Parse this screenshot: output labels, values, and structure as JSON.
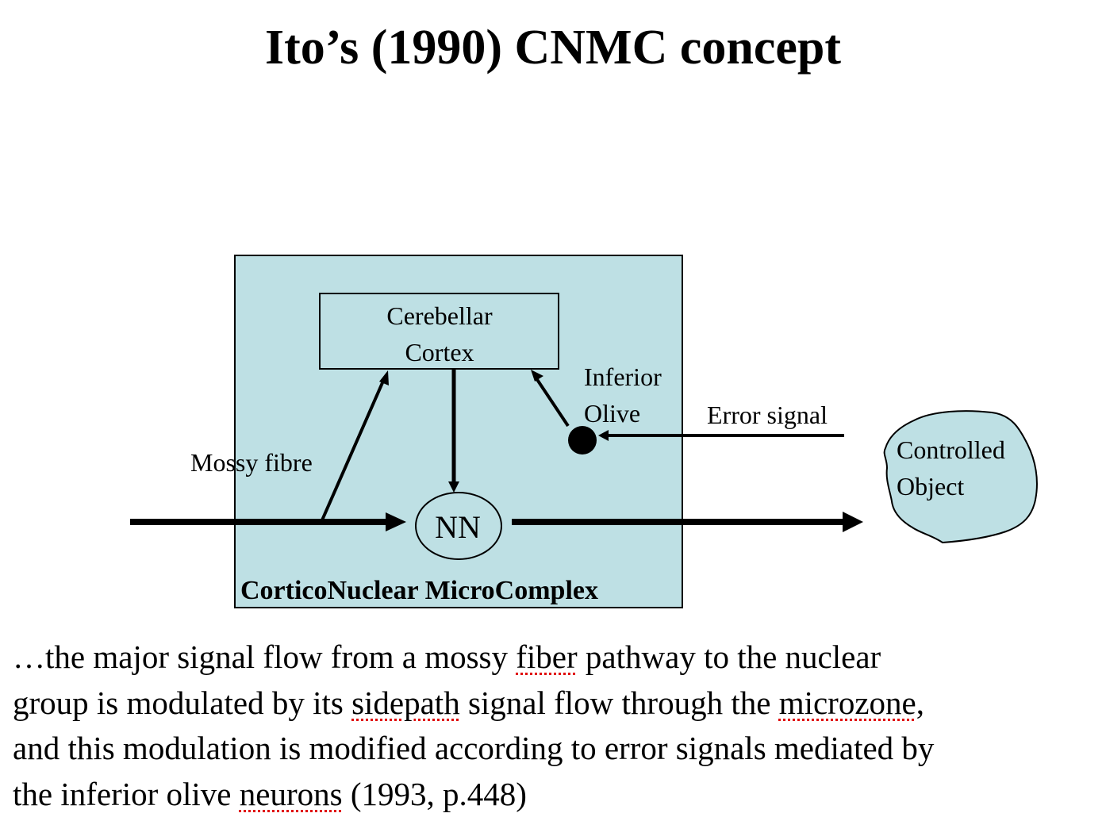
{
  "slide": {
    "title": "Ito’s (1990) CNMC concept"
  },
  "diagram": {
    "colors": {
      "box_fill": "#bee0e4",
      "stroke": "#000000",
      "spellcheck_underline": "#e00000"
    },
    "nodes": {
      "cnmc_box_label": "CorticoNuclear MicroComplex",
      "cerebellar_cortex_line1": "Cerebellar",
      "cerebellar_cortex_line2": "Cortex",
      "nuclear_neuron": "NN",
      "inferior_olive_line1": "Inferior",
      "inferior_olive_line2": "Olive",
      "controlled_object_line1": "Controlled",
      "controlled_object_line2": "Object"
    },
    "edges": {
      "mossy_fibre": "Mossy fibre",
      "error_signal": "Error signal"
    }
  },
  "quote": {
    "lines": [
      [
        {
          "text": "…the major signal flow from a mossy ",
          "flag": false
        },
        {
          "text": "fiber",
          "flag": true
        },
        {
          "text": " pathway to the nuclear",
          "flag": false
        }
      ],
      [
        {
          "text": "group is modulated by its ",
          "flag": false
        },
        {
          "text": "sidepath",
          "flag": true
        },
        {
          "text": " signal flow through the ",
          "flag": false
        },
        {
          "text": "microzone",
          "flag": true
        },
        {
          "text": ",",
          "flag": false
        }
      ],
      [
        {
          "text": "and this modulation is modified according to error signals mediated by",
          "flag": false
        }
      ],
      [
        {
          "text": "the inferior olive ",
          "flag": false
        },
        {
          "text": "neurons",
          "flag": true
        },
        {
          "text": " (1993, p.448)",
          "flag": false
        }
      ]
    ]
  }
}
